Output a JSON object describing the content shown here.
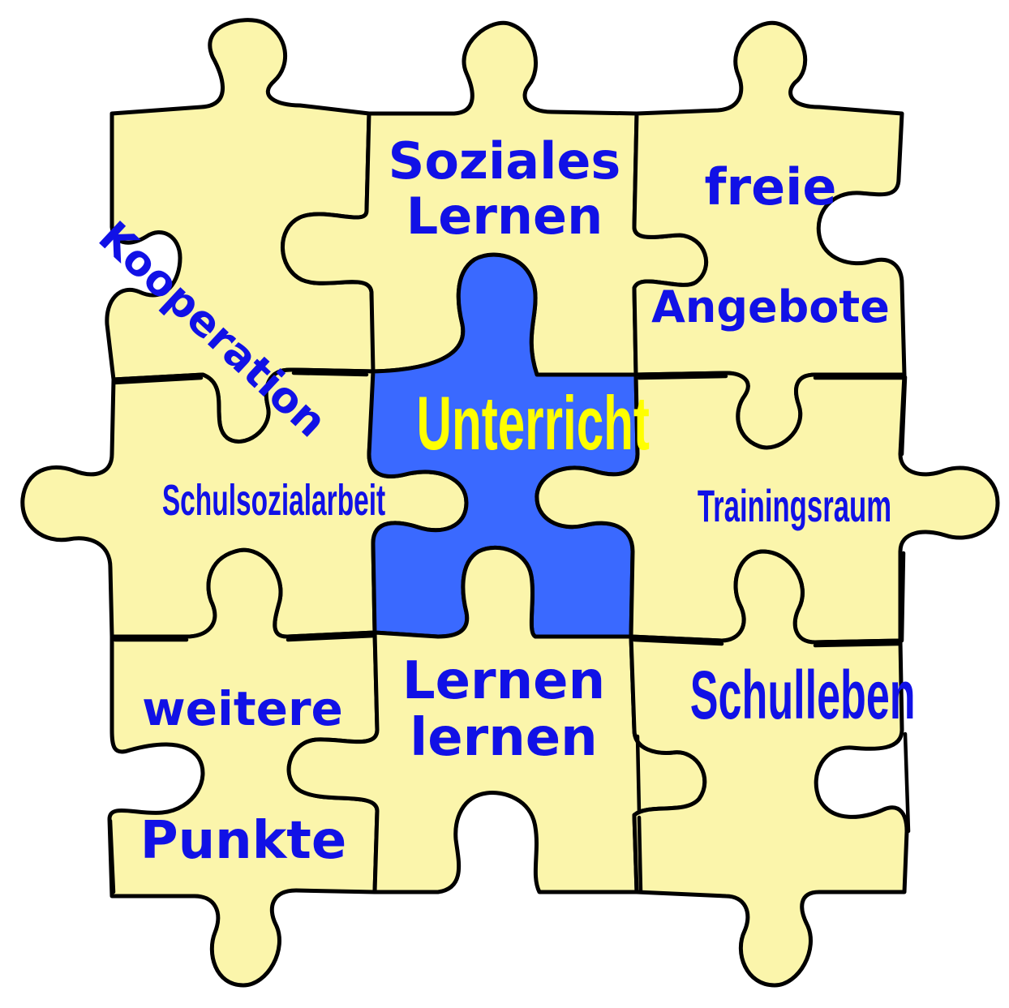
{
  "colors": {
    "piece_fill": "#FBF5AB",
    "center_fill": "#3A69FF",
    "outline": "#000000",
    "label_text": "#1111E6",
    "center_text": "#FFFF00"
  },
  "pieces": {
    "top_left": {
      "line1": "Kooperation"
    },
    "top_center": {
      "line1": "Soziales",
      "line2": "Lernen"
    },
    "top_right": {
      "line1": "freie",
      "line2": "Angebote"
    },
    "middle_left": {
      "line1": "Schulsozialarbeit"
    },
    "center": {
      "line1": "Unterricht"
    },
    "middle_right": {
      "line1": "Trainingsraum"
    },
    "bottom_left": {
      "line1": "weitere",
      "line2": "Punkte"
    },
    "bottom_center": {
      "line1": "Lernen",
      "line2": "lernen"
    },
    "bottom_right": {
      "line1": "Schulleben"
    }
  }
}
